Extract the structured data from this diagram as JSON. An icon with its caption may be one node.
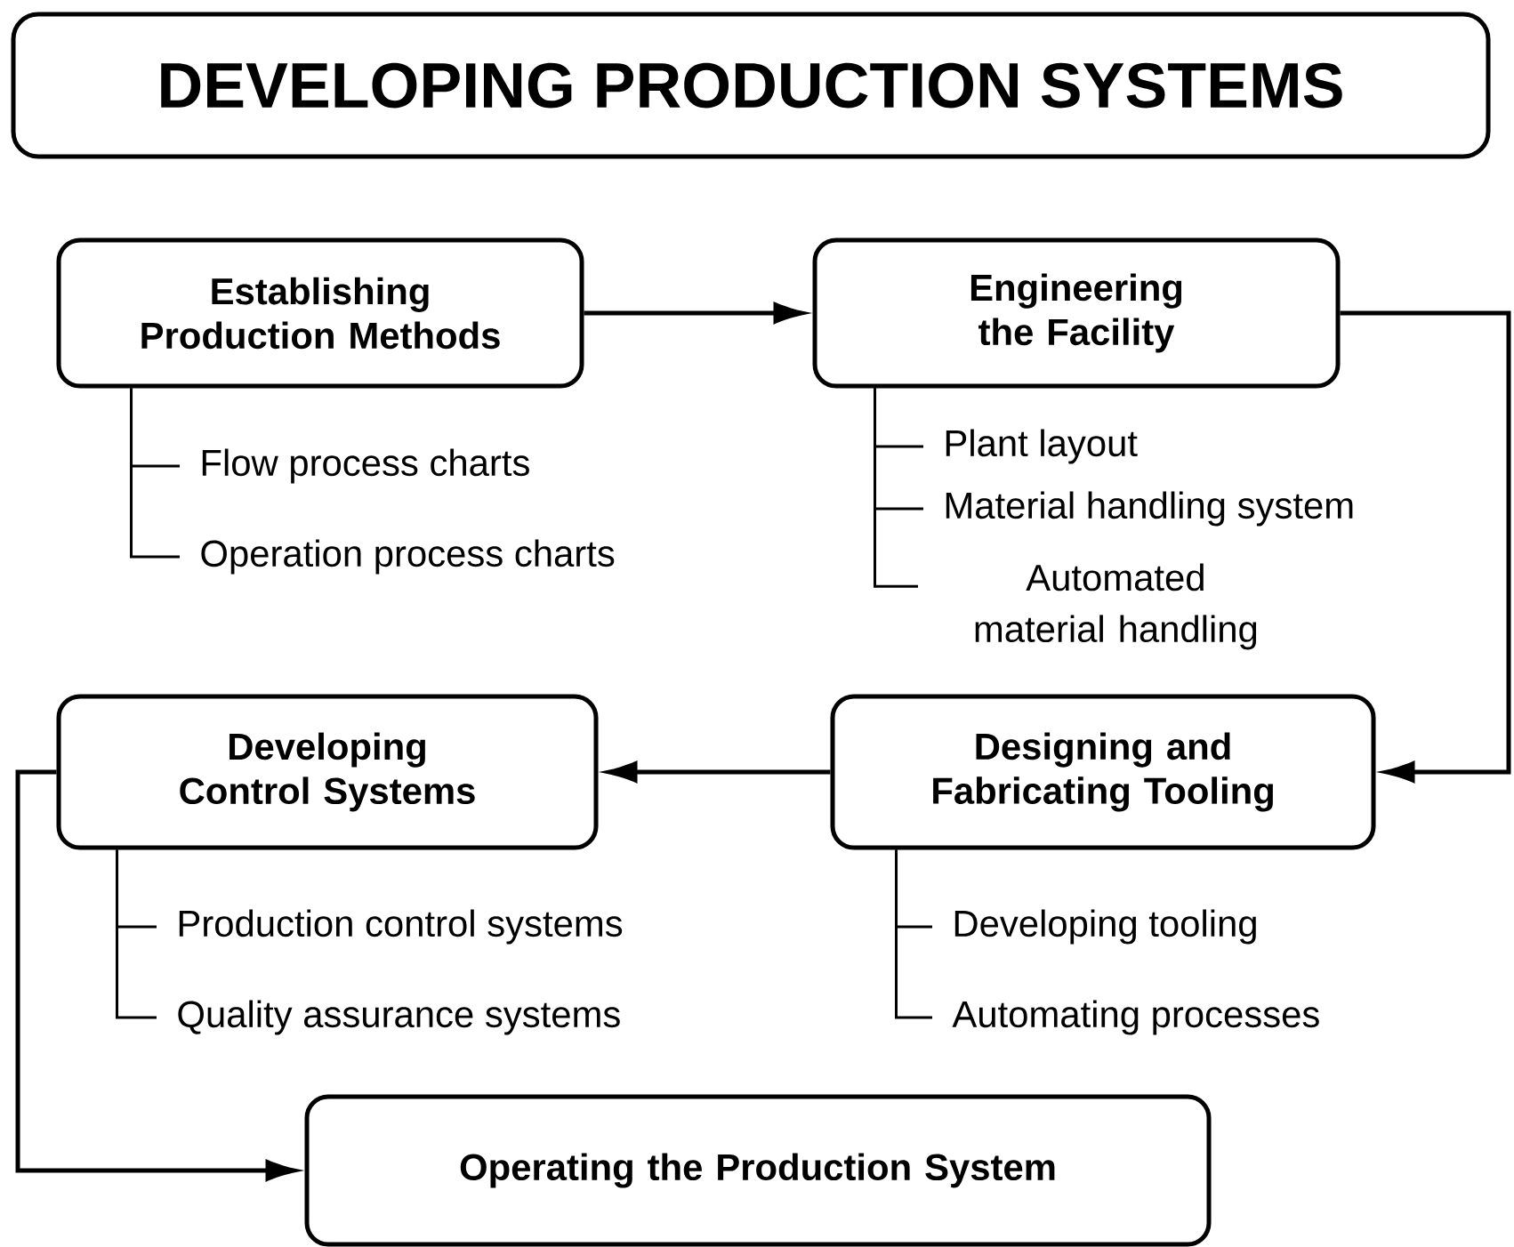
{
  "diagram": {
    "title": "DEVELOPING PRODUCTION SYSTEMS",
    "nodes": [
      {
        "text": [
          "Establishing Production Methods"
        ]
      },
      {
        "text": [
          "Flow process charts"
        ]
      },
      {
        "text": [
          "Operation process charts"
        ]
      },
      {
        "text": [
          "Engineering the Facility"
        ]
      },
      {
        "text": [
          "Plant layout"
        ]
      },
      {
        "text": [
          "Material handling system"
        ]
      },
      {
        "text": [
          "Automated material handling"
        ]
      },
      {
        "text": [
          "Designing and Fabricating Tooling"
        ]
      },
      {
        "text": [
          "Developing tooling"
        ]
      },
      {
        "text": [
          "Automating processes"
        ]
      },
      {
        "text": [
          "Developing Control Systems"
        ]
      },
      {
        "text": [
          "Production control systems"
        ]
      },
      {
        "text": [
          "Quality assurance systems"
        ]
      },
      {
        "text": [
          "Operating the Production System"
        ]
      }
    ],
    "edges": [
      {
        "from": 0,
        "to": 3,
        "arrow": "to"
      },
      {
        "from": 3,
        "to": 7,
        "arrow": "to"
      },
      {
        "from": 7,
        "to": 10,
        "arrow": "to"
      },
      {
        "from": 10,
        "to": 13,
        "arrow": "to"
      },
      {
        "from": 0,
        "to": 1,
        "arrow": "none"
      },
      {
        "from": 0,
        "to": 2,
        "arrow": "none"
      },
      {
        "from": 3,
        "to": 4,
        "arrow": "none"
      },
      {
        "from": 3,
        "to": 5,
        "arrow": "none"
      },
      {
        "from": 3,
        "to": 6,
        "arrow": "none"
      },
      {
        "from": 7,
        "to": 8,
        "arrow": "none"
      },
      {
        "from": 7,
        "to": 9,
        "arrow": "none"
      },
      {
        "from": 10,
        "to": 11,
        "arrow": "none"
      },
      {
        "from": 10,
        "to": 12,
        "arrow": "none"
      }
    ]
  }
}
